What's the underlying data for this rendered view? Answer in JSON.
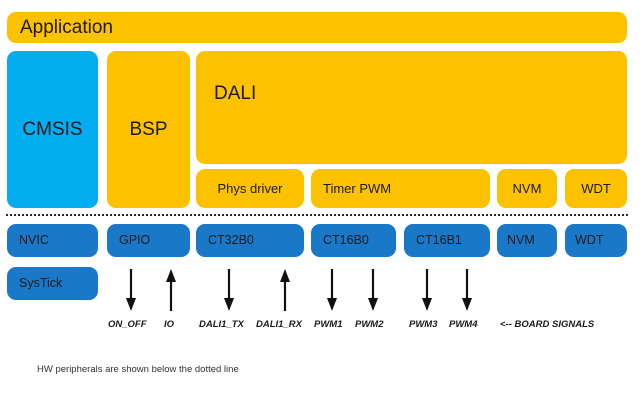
{
  "diagram": {
    "title_bar": {
      "label": "Application"
    },
    "software_layer": [
      {
        "name": "cmsis",
        "label": "CMSIS",
        "color": "#03adef"
      },
      {
        "name": "bsp",
        "label": "BSP",
        "color": "#fcc200"
      },
      {
        "name": "dali",
        "label": "DALI",
        "color": "#fcc200"
      }
    ],
    "dali_modules": [
      {
        "name": "phys-driver",
        "label": "Phys driver"
      },
      {
        "name": "timer-pwm",
        "label": "Timer PWM"
      }
    ],
    "service_modules": [
      {
        "name": "nvm",
        "label": "NVM"
      },
      {
        "name": "wdt",
        "label": "WDT"
      }
    ],
    "hw_peripherals": [
      {
        "name": "nvic",
        "label": "NVIC"
      },
      {
        "name": "gpio",
        "label": "GPIO"
      },
      {
        "name": "ct32b0",
        "label": "CT32B0"
      },
      {
        "name": "ct16b0",
        "label": "CT16B0"
      },
      {
        "name": "ct16b1",
        "label": "CT16B1"
      },
      {
        "name": "nvm-hw",
        "label": "NVM"
      },
      {
        "name": "wdt-hw",
        "label": "WDT"
      }
    ],
    "hw_peripherals_second_row": [
      {
        "name": "systick",
        "label": "SysTick"
      }
    ],
    "signals": [
      {
        "name": "on-off",
        "label": "ON_OFF",
        "direction": "down"
      },
      {
        "name": "io",
        "label": "IO",
        "direction": "up"
      },
      {
        "name": "dali1-tx",
        "label": "DALI1_TX",
        "direction": "down"
      },
      {
        "name": "dali1-rx",
        "label": "DALI1_RX",
        "direction": "up"
      },
      {
        "name": "pwm1",
        "label": "PWM1",
        "direction": "down"
      },
      {
        "name": "pwm2",
        "label": "PWM2",
        "direction": "down"
      },
      {
        "name": "pwm3",
        "label": "PWM3",
        "direction": "down"
      },
      {
        "name": "pwm4",
        "label": "PWM4",
        "direction": "down"
      }
    ],
    "board_signals_note": {
      "label": "<-- BOARD SIGNALS"
    },
    "caption": {
      "label": "HW peripherals are shown below the dotted line"
    },
    "colors": {
      "amber": "#fcc200",
      "light_blue": "#03adef",
      "dark_blue": "#1a78c8",
      "divider": "#2b2b2b",
      "background": "#ffffff"
    }
  }
}
